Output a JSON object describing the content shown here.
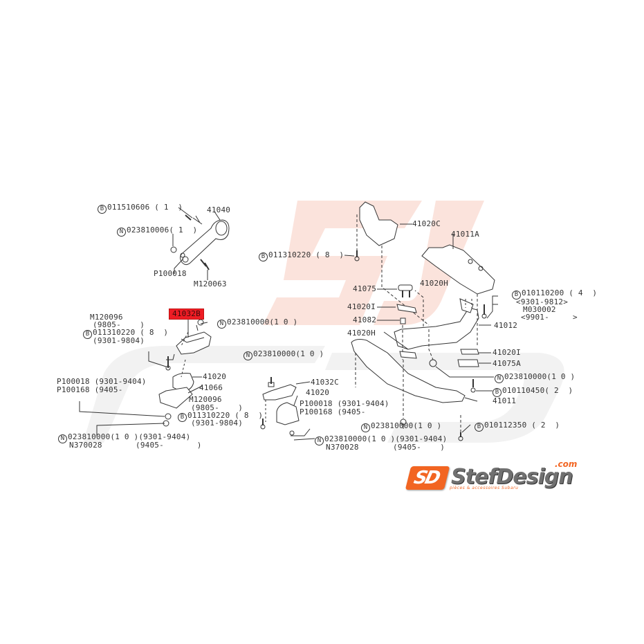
{
  "diagram": {
    "title": "Engine mounting / crossmember parts diagram",
    "highlight_color": "#ee1c24",
    "watermark_color": "#f9d9d0",
    "watermark_grey": "#eeeeee",
    "line_color": "#333333"
  },
  "labels": {
    "b_011510606": {
      "prefix": "B",
      "text": "011510606 ( 1  )"
    },
    "p_41040": {
      "text": "41040"
    },
    "n_023810006": {
      "prefix": "N",
      "text": "023810006( 1  )"
    },
    "p_P100018_top": {
      "text": "P100018"
    },
    "p_M120063": {
      "text": "M120063"
    },
    "p_41032B": {
      "text": "41032B"
    },
    "n_023810000_a": {
      "prefix": "N",
      "text": "023810000(1 0 )"
    },
    "p_M120096_a": {
      "text": "M120096"
    },
    "p_9805_a": {
      "text": "(9805-    )"
    },
    "b_011310220_a": {
      "prefix": "B",
      "text": "011310220 ( 8  )"
    },
    "p_9301_9804_a": {
      "text": "(9301-9804)"
    },
    "p_41020_a": {
      "text": "41020"
    },
    "p_41066": {
      "text": "41066"
    },
    "p_P100018_a": {
      "text": "P100018 (9301-9404)"
    },
    "p_P100168_a": {
      "text": "P100168 (9405-"
    },
    "p_M120096_b": {
      "text": "M120096"
    },
    "p_9805_b": {
      "text": "(9805-    )"
    },
    "b_011310220_b": {
      "prefix": "B",
      "text": "011310220 ( 8  )"
    },
    "p_9301_9804_b": {
      "text": "(9301-9804)"
    },
    "n_023810000_b": {
      "prefix": "N",
      "text": "023810000(1 0 )(9301-9404)"
    },
    "p_N370028_a": {
      "text": "N370028"
    },
    "p_9405_a": {
      "text": "(9405-       )"
    },
    "n_023810000_c": {
      "prefix": "N",
      "text": "023810000(1 0 )"
    },
    "p_41032C": {
      "text": "41032C"
    },
    "p_41020_b": {
      "text": "41020"
    },
    "p_P100018_b": {
      "text": "P100018 (9301-9404)"
    },
    "p_P100168_b": {
      "text": "P100168 (9405-"
    },
    "n_023810000_d": {
      "prefix": "N",
      "text": "023810000(1 0 )(9301-9404)"
    },
    "p_N370028_b": {
      "text": "N370028"
    },
    "p_9405_b": {
      "text": "(9405-    )"
    },
    "p_41020C": {
      "text": "41020C"
    },
    "b_011310220_c": {
      "prefix": "B",
      "text": "011310220 ( 8  )"
    },
    "p_41011A": {
      "text": "41011A"
    },
    "p_41075": {
      "text": "41075"
    },
    "p_41020H_a": {
      "text": "41020H"
    },
    "p_41020I_a": {
      "text": "41020I"
    },
    "p_41082": {
      "text": "41082"
    },
    "p_41020H_b": {
      "text": "41020H"
    },
    "b_010110200": {
      "prefix": "B",
      "text": "010110200 ( 4  )"
    },
    "p_9301_9812": {
      "text": "<9301-9812>"
    },
    "p_M030002": {
      "text": "M030002"
    },
    "p_9901": {
      "text": "<9901-     >"
    },
    "p_41012": {
      "text": "41012"
    },
    "p_41020I_b": {
      "text": "41020I"
    },
    "p_41075A": {
      "text": "41075A"
    },
    "n_023810000_e": {
      "prefix": "N",
      "text": "023810000(1 0 )"
    },
    "b_010110450": {
      "prefix": "B",
      "text": "010110450( 2  )"
    },
    "p_41011": {
      "text": "41011"
    },
    "n_023810000_f": {
      "prefix": "N",
      "text": "023810000(1 0 )"
    },
    "b_010112350": {
      "prefix": "B",
      "text": "010112350 ( 2  )"
    }
  },
  "logo": {
    "mark": "SD",
    "name": "StefDesign",
    "domain": ".com",
    "tagline": "pièces & accessoires Subaru"
  }
}
